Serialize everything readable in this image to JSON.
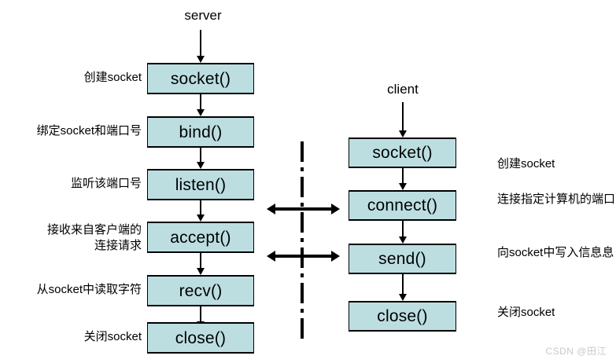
{
  "diagram": {
    "title_server": "server",
    "title_client": "client",
    "watermark": "CSDN @田江",
    "box_fill": "#bcdee1",
    "stroke": "#000000",
    "server_column": {
      "endpoint_label": "server",
      "steps": [
        {
          "call": "socket()",
          "note": "创建socket"
        },
        {
          "call": "bind()",
          "note": "绑定socket和端口号"
        },
        {
          "call": "listen()",
          "note": "监听该端口号"
        },
        {
          "call": "accept()",
          "note": "接收来自客户端的\n连接请求"
        },
        {
          "call": "recv()",
          "note": "从socket中读取字符"
        },
        {
          "call": "close()",
          "note": "关闭socket"
        }
      ]
    },
    "client_column": {
      "endpoint_label": "client",
      "steps": [
        {
          "call": "socket()",
          "note": "创建socket"
        },
        {
          "call": "connect()",
          "note": "连接指定计算机的端口"
        },
        {
          "call": "send()",
          "note": "向socket中写入信息息"
        },
        {
          "call": "close()",
          "note": "关闭socket"
        }
      ]
    },
    "separator": {
      "style": "dash-dot-vertical"
    },
    "comm_arrows": [
      {
        "label": "",
        "direction": "bidirectional"
      },
      {
        "label": "",
        "direction": "bidirectional"
      }
    ]
  }
}
